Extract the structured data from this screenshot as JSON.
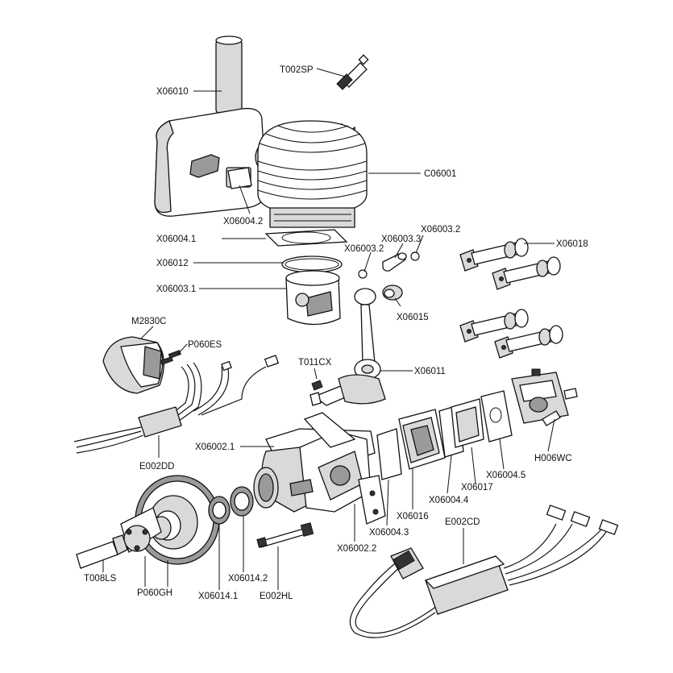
{
  "parts": {
    "X06010": "X06010",
    "T002SP": "T002SP",
    "C06001": "C06001",
    "X06004_2": "X06004.2",
    "X06004_1": "X06004.1",
    "X06012": "X06012",
    "X06003_1": "X06003.1",
    "X06003_2a": "X06003.2",
    "X06003_3": "X06003.3",
    "X06003_2b": "X06003.2",
    "X06018": "X06018",
    "X06015": "X06015",
    "M2830C": "M2830C",
    "P060ES": "P060ES",
    "T011CX": "T011CX",
    "X06011": "X06011",
    "E002DD": "E002DD",
    "H006WC": "H006WC",
    "X06002_1": "X06002.1",
    "X06004_5": "X06004.5",
    "X06017": "X06017",
    "X06004_4": "X06004.4",
    "X06016": "X06016",
    "X06004_3": "X06004.3",
    "E002CD": "E002CD",
    "X06002_2": "X06002.2",
    "T008LS": "T008LS",
    "P060GH": "P060GH",
    "X06014_1": "X06014.1",
    "X06014_2": "X06014.2",
    "E002HL": "E002HL"
  }
}
